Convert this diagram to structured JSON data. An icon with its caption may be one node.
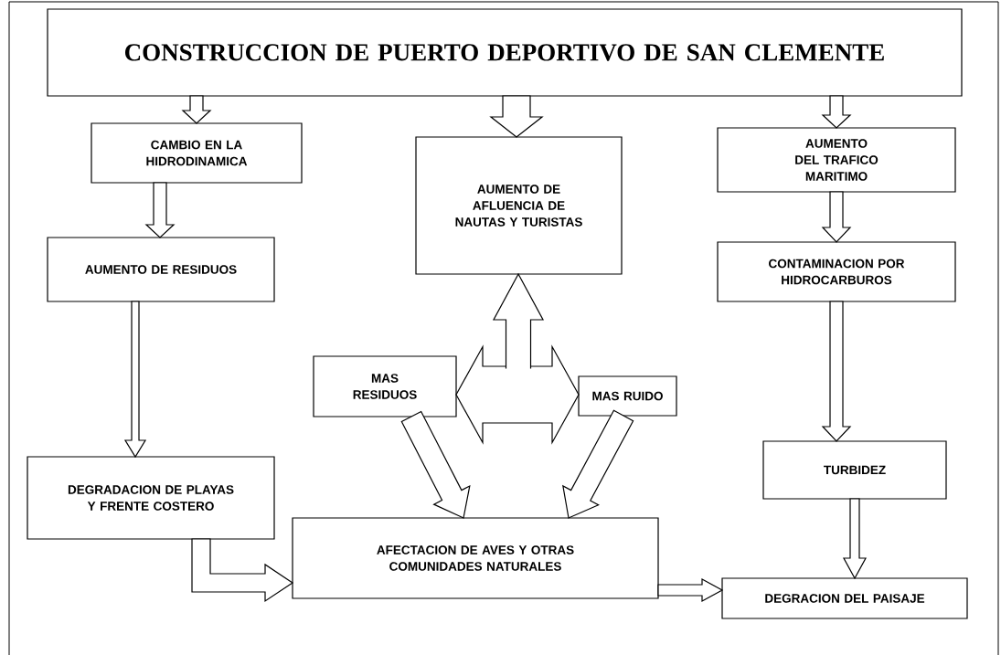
{
  "diagram": {
    "nodes": [
      {
        "text": [
          "CONSTRUCCION DE PUERTO DEPORTIVO DE SAN CLEMENTE"
        ]
      },
      {
        "text": [
          "CAMBIO EN LA HIDRODINAMICA"
        ]
      },
      {
        "text": [
          "AUMENTO DE AFLUENCIA DE NAUTAS Y TURISTAS"
        ]
      },
      {
        "text": [
          "AUMENTO DEL TRAFICO MARITIMO"
        ]
      },
      {
        "text": [
          "AUMENTO DE RESIDUOS"
        ]
      },
      {
        "text": [
          "MAS RESIDUOS"
        ]
      },
      {
        "text": [
          "MAS RUIDO"
        ]
      },
      {
        "text": [
          "CONTAMINACION POR HIDROCARBUROS"
        ]
      },
      {
        "text": [
          "DEGRADACION DE PLAYAS Y FRENTE COSTERO"
        ]
      },
      {
        "text": [
          "TURBIDEZ"
        ]
      },
      {
        "text": [
          "AFECTACION DE AVES Y OTRAS COMUNIDADES NATURALES"
        ]
      },
      {
        "text": [
          "DEGRACION DEL PAISAJE"
        ]
      }
    ],
    "edges": [
      {
        "from": 0,
        "to": 1,
        "arrow": "to"
      },
      {
        "from": 0,
        "to": 2,
        "arrow": "to"
      },
      {
        "from": 0,
        "to": 3,
        "arrow": "to"
      },
      {
        "from": 1,
        "to": 4,
        "arrow": "to"
      },
      {
        "from": 4,
        "to": 8,
        "arrow": "to"
      },
      {
        "from": 3,
        "to": 7,
        "arrow": "to"
      },
      {
        "from": 7,
        "to": 9,
        "arrow": "to"
      },
      {
        "from": 9,
        "to": 11,
        "arrow": "to"
      },
      {
        "from": 5,
        "to": 10,
        "arrow": "to"
      },
      {
        "from": 6,
        "to": 10,
        "arrow": "to"
      },
      {
        "from": 8,
        "to": 10,
        "arrow": "to"
      },
      {
        "from": 10,
        "to": 11,
        "arrow": "to"
      },
      {
        "from": 5,
        "to": 6,
        "arrow": "both"
      },
      {
        "from": null,
        "to": 2,
        "arrow": "to"
      }
    ]
  }
}
